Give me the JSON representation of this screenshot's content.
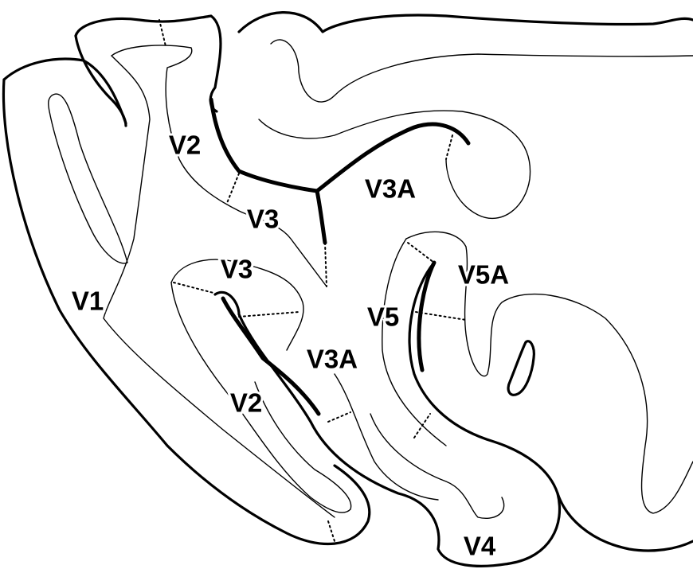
{
  "diagram": {
    "labels": {
      "v1": "V1",
      "v2_upper": "V2",
      "v2_lower": "V2",
      "v3_upper": "V3",
      "v3_lower": "V3",
      "v3a_upper": "V3A",
      "v3a_lower": "V3A",
      "v4": "V4",
      "v5": "V5",
      "v5a": "V5A"
    }
  }
}
